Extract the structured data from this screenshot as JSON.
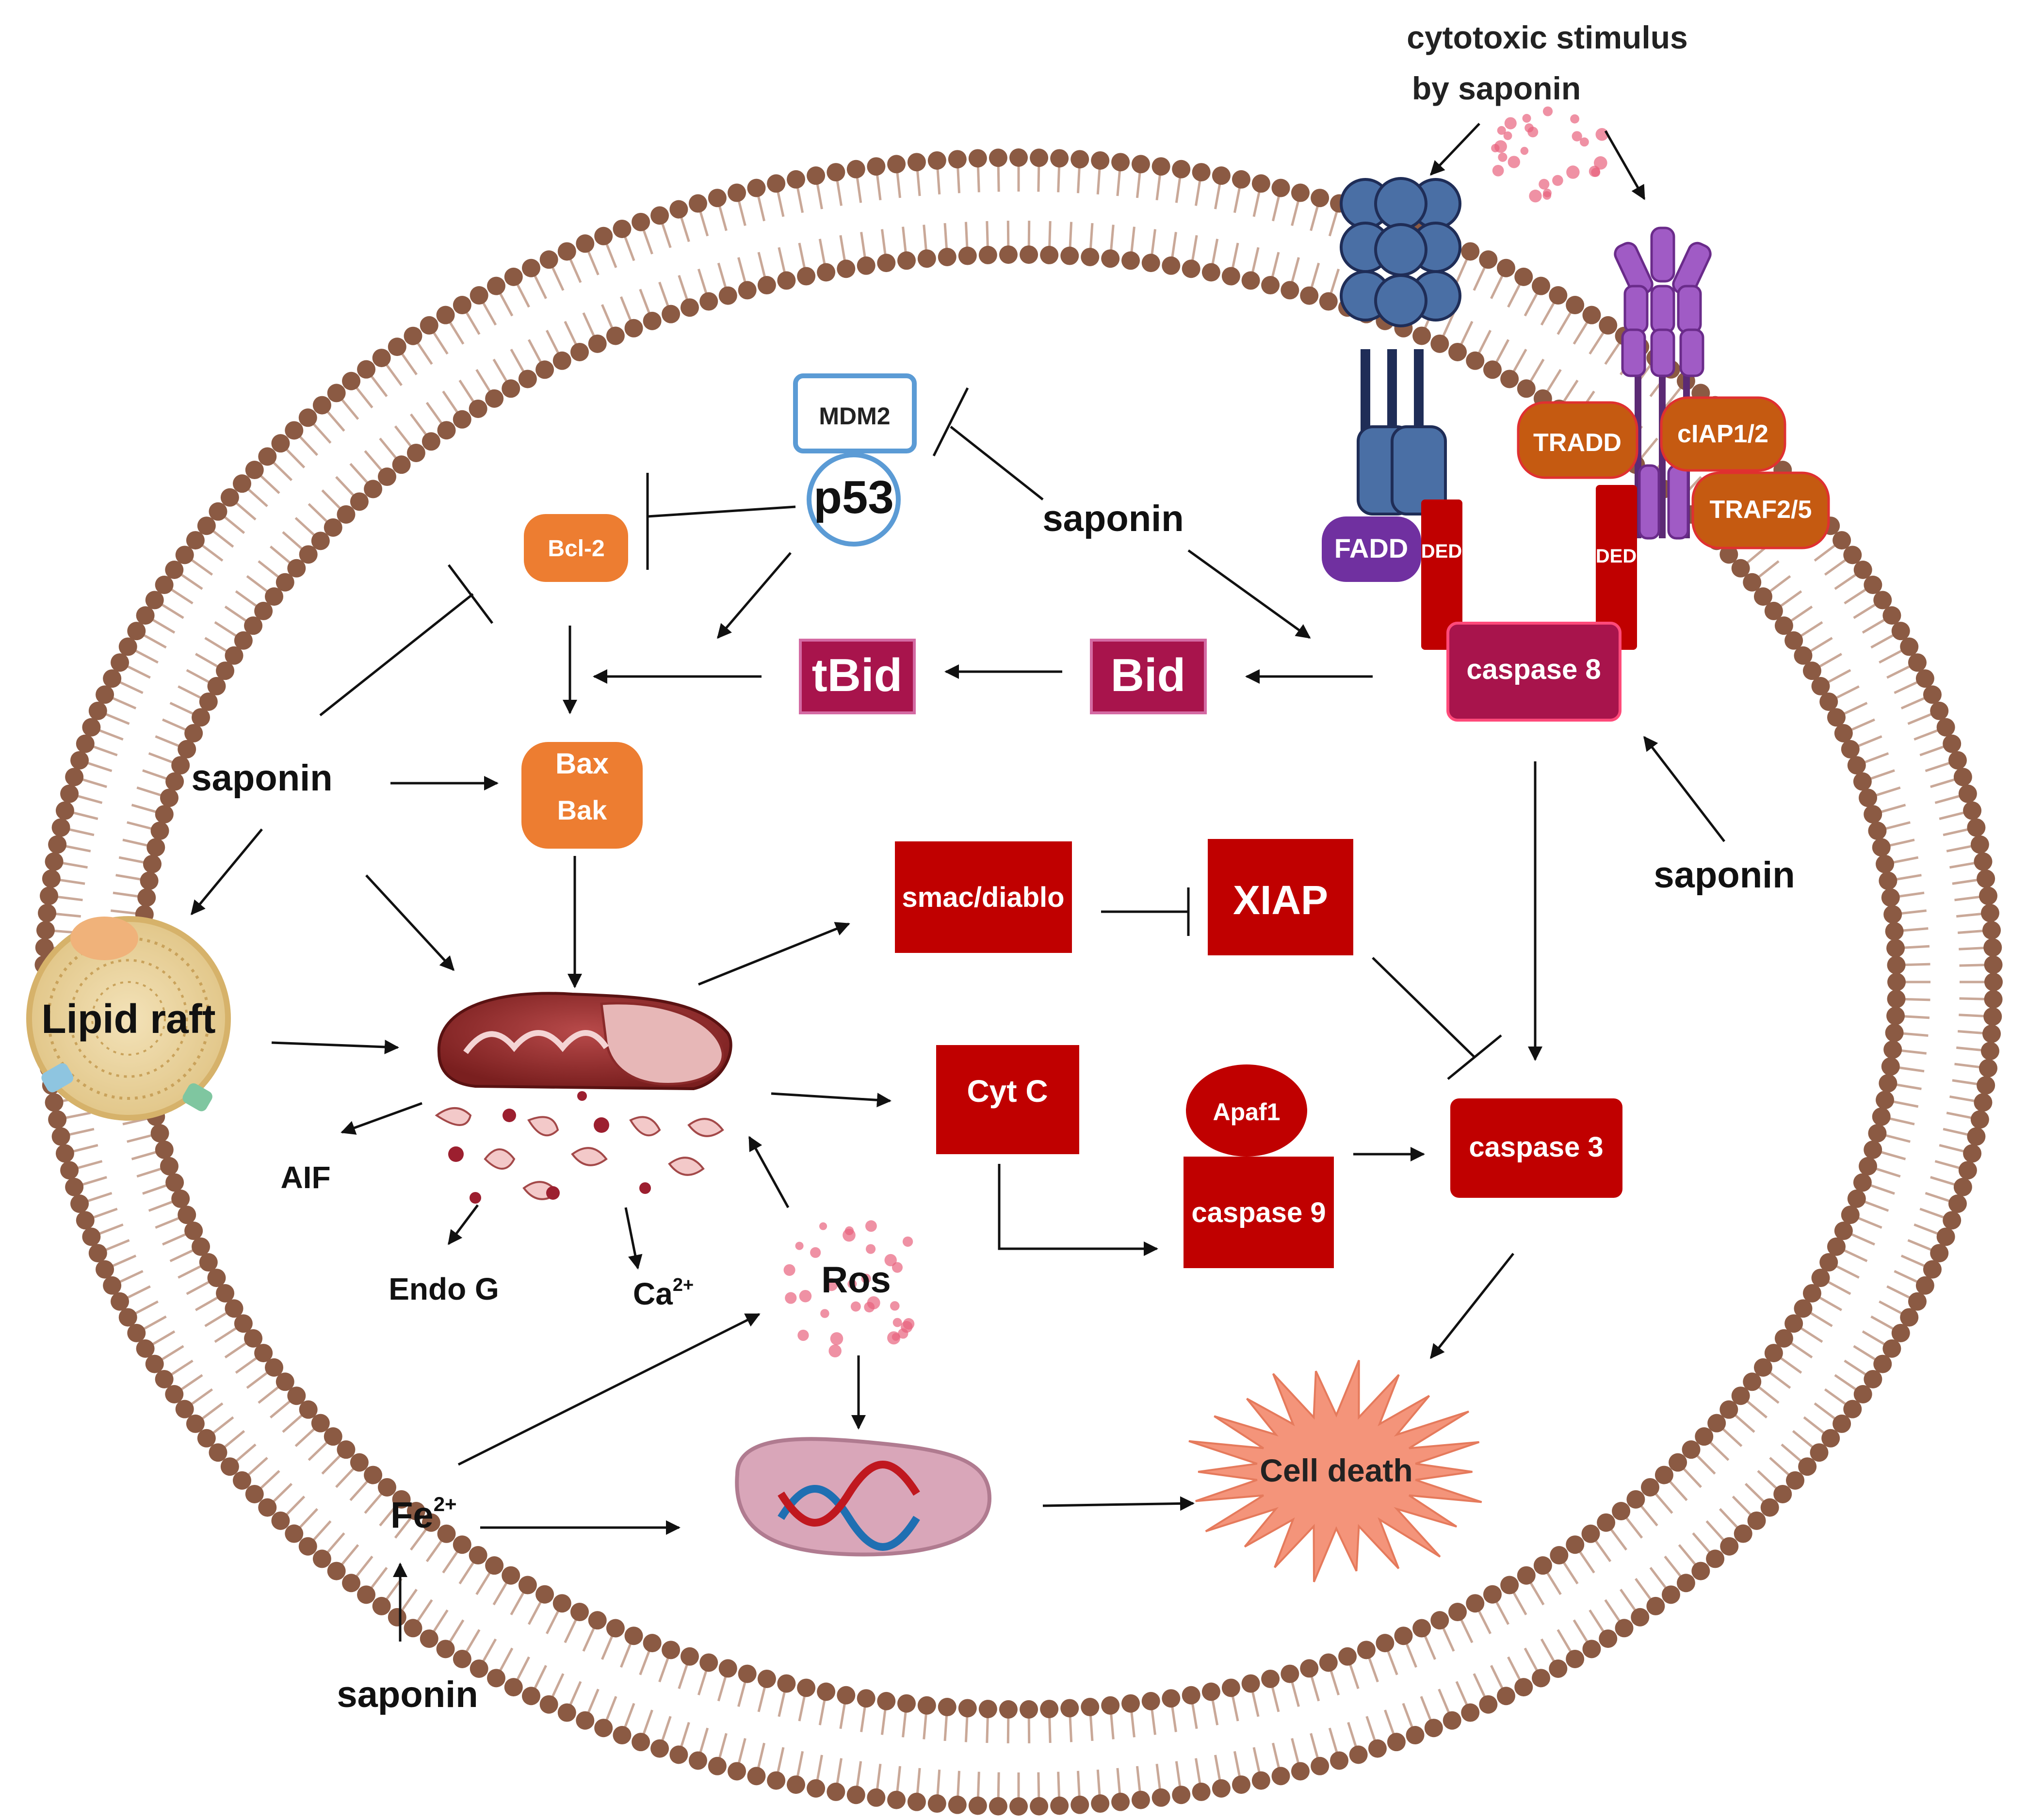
{
  "labels": {
    "stimulus_line1": "cytotoxic stimulus",
    "stimulus_line2": "by saponin",
    "mdm2": "MDM2",
    "p53": "p53",
    "bcl2": "Bcl-2",
    "saponin": "saponin",
    "tbid": "tBid",
    "bid": "Bid",
    "caspase8": "caspase 8",
    "fadd": "FADD",
    "ded": "DED",
    "tradd": "TRADD",
    "ciap": "cIAP1/2",
    "traf": "TRAF2/5",
    "bax": "Bax",
    "bak": "Bak",
    "smac": "smac/diablo",
    "xiap": "XIAP",
    "lipid_raft": "Lipid raft",
    "cytc": "Cyt C",
    "apaf1": "Apaf1",
    "caspase9": "caspase 9",
    "caspase3": "caspase 3",
    "aif": "AIF",
    "endog": "Endo G",
    "ca_base": "Ca",
    "ca_sup": "2+",
    "ros": "Ros",
    "fe_base": "Fe",
    "fe_sup": "2+",
    "cell_death": "Cell death"
  },
  "colors": {
    "membrane_head": "#8B5A43",
    "membrane_tail": "#C9A898",
    "dark_red": "#C00000",
    "magenta": "#A8144C",
    "orange": "#ED7D31",
    "burnt_orange": "#C55A11",
    "purple": "#7030A0",
    "receptor_blue": "#4A6FA5",
    "receptor_violet": "#A05BC5",
    "cell_death": "#F4947A"
  }
}
